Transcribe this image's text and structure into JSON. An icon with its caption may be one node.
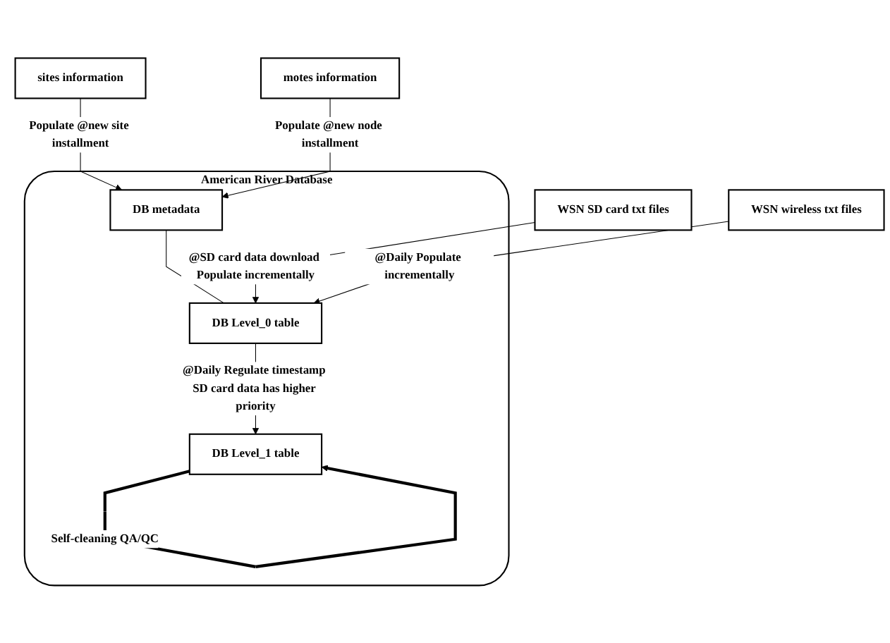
{
  "diagram": {
    "nodes": [
      {
        "text": [
          "American River Database"
        ]
      },
      {
        "text": [
          "sites information"
        ]
      },
      {
        "text": [
          "DB metadata"
        ],
        "in": 0
      },
      {
        "text": [
          "motes information"
        ]
      },
      {
        "text": [
          "WSN SD card txt files"
        ]
      },
      {
        "text": [
          "DB Level_0 table"
        ],
        "in": 0
      },
      {
        "text": [
          "WSN wireless txt files"
        ]
      },
      {
        "text": [
          "DB Level_1 table"
        ],
        "in": 0
      }
    ],
    "edges": [
      {
        "from": 1,
        "to": 2,
        "arrow": "to",
        "label": "Populate @new site installment"
      },
      {
        "from": 3,
        "to": 2,
        "arrow": "to",
        "label": "Populate @new node installment"
      },
      {
        "from": 2,
        "to": 5,
        "arrow": "none"
      },
      {
        "from": 4,
        "to": 5,
        "arrow": "to",
        "label": "@SD card data download Populate incrementally"
      },
      {
        "from": 6,
        "to": 5,
        "arrow": "to",
        "label": "@Daily Populate incrementally"
      },
      {
        "from": 5,
        "to": 7,
        "arrow": "to",
        "label": "@Daily Regulate timestamp SD card data has higher priority"
      },
      {
        "from": 7,
        "to": 7,
        "arrow": "to",
        "style": "thick",
        "label": "Self-cleaning QA/QC"
      }
    ]
  }
}
